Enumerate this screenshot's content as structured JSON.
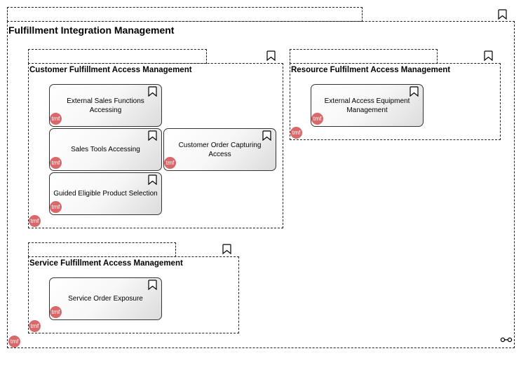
{
  "diagram": {
    "root": {
      "title": "Fulfillment Integration Management",
      "badge": "tmf"
    },
    "groups": {
      "customer": {
        "title": "Customer Fulfillment Access Management",
        "badge": "tmf",
        "functions": {
          "external_sales": {
            "label": "External Sales Functions Accessing",
            "badge": "tmf"
          },
          "sales_tools": {
            "label": "Sales Tools Accessing",
            "badge": "tmf"
          },
          "customer_order": {
            "label": "Customer Order Capturing Access",
            "badge": "tmf"
          },
          "guided_eligible": {
            "label": "Guided Eligible Product Selection",
            "badge": "tmf"
          }
        }
      },
      "resource": {
        "title": "Resource Fulfilment Access Management",
        "badge": "tmf",
        "functions": {
          "external_access": {
            "label": "External Access Equipment Management",
            "badge": "tmf"
          }
        }
      },
      "service": {
        "title": "Service Fulfillment Access Management",
        "badge": "tmf",
        "functions": {
          "service_order": {
            "label": "Service Order Exposure",
            "badge": "tmf"
          }
        }
      }
    },
    "icons": {
      "group_marker": "bookmark-icon",
      "function_marker": "bookmark-icon",
      "badge": "tmf-badge",
      "root_link": "link-icon"
    }
  }
}
